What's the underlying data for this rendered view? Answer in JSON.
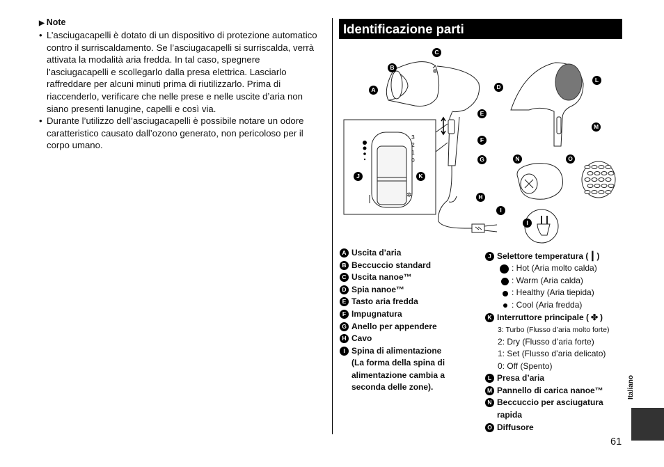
{
  "notes": {
    "heading": "Note",
    "items": [
      [
        "L’asciugacapelli è dotato di un dispositivo di protezione automatico",
        "contro il surriscaldamento. Se l’asciugacapelli si surriscalda, verrà",
        "attivata la modalità aria fredda. In tal caso, spegnere",
        "l’asciugacapelli e scollegarlo dalla presa elettrica. Lasciarlo",
        "raffreddare per alcuni minuti prima di riutilizzarlo. Prima di",
        "riaccenderlo, verificare che nelle prese e nelle uscite d’aria non",
        "siano presenti lanugine, capelli e così via."
      ],
      [
        "Durante l’utilizzo dell’asciugacapelli è possibile notare un odore",
        "caratteristico causato dall’ozono generato, non pericoloso per il",
        "corpo umano."
      ]
    ]
  },
  "section": {
    "title": "Identificazione parti"
  },
  "diagram": {
    "markers": {
      "A": "A",
      "B": "B",
      "C": "C",
      "D": "D",
      "E": "E",
      "F": "F",
      "G": "G",
      "H": "H",
      "I": "I",
      "J": "J",
      "K": "K",
      "L": "L",
      "M": "M",
      "N": "N",
      "O": "O",
      "I2": "I"
    },
    "temp_scale": [
      "3",
      "2",
      "1",
      "0"
    ]
  },
  "parts_left": [
    {
      "key": "A",
      "label": "Uscita d’aria"
    },
    {
      "key": "B",
      "label": "Beccuccio standard"
    },
    {
      "key": "C",
      "label": "Uscita nanoe™"
    },
    {
      "key": "D",
      "label": "Spia nanoe™"
    },
    {
      "key": "E",
      "label": "Tasto aria fredda"
    },
    {
      "key": "F",
      "label": "Impugnatura"
    },
    {
      "key": "G",
      "label": "Anello per appendere"
    },
    {
      "key": "H",
      "label": "Cavo"
    },
    {
      "key": "I",
      "label": "Spina di alimentazione"
    },
    {
      "key": "",
      "label": "(La forma della spina di"
    },
    {
      "key": "",
      "label": "alimentazione cambia a"
    },
    {
      "key": "",
      "label": "seconda delle zone)."
    }
  ],
  "parts_right": {
    "J": {
      "key": "J",
      "label": "Selettore temperatura (",
      "label_end": ")"
    },
    "temps": [
      ": Hot (Aria molto calda)",
      ": Warm (Aria calda)",
      ": Healthy (Aria tiepida)",
      ": Cool (Aria fredda)"
    ],
    "K": {
      "key": "K",
      "label": "Interruttore principale (",
      "label_end": ")"
    },
    "speeds": [
      "3: Turbo (Flusso d’aria molto forte)",
      "2: Dry (Flusso d’aria forte)",
      "1: Set (Flusso d’aria delicato)",
      "0: Off (Spento)"
    ],
    "L": {
      "key": "L",
      "label": "Presa d’aria"
    },
    "M": {
      "key": "M",
      "label": "Pannello di carica nanoe™"
    },
    "N": {
      "key": "N",
      "label": "Beccuccio per asciugatura"
    },
    "N2": "rapida",
    "O": {
      "key": "O",
      "label": "Diffusore"
    }
  },
  "sidebar": {
    "language": "Italiano"
  },
  "page_number": "61"
}
